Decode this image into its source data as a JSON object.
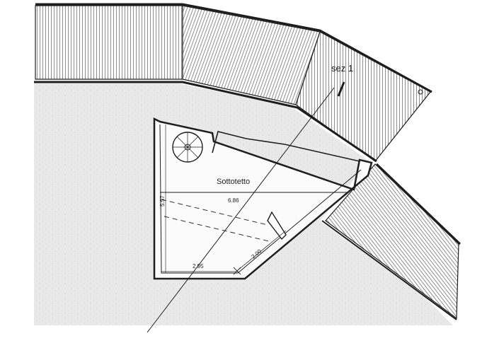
{
  "room": {
    "name": "Sottotetto"
  },
  "dimensions": {
    "width": "6.86",
    "height": "5.57",
    "bottom": "2.95",
    "diagonal": "2.00"
  },
  "section": {
    "label": "sez 1"
  },
  "colors": {
    "ink": "#1e1e1e",
    "paper": "#ffffff",
    "floor": "#e9e9e9",
    "room_fill": "#fbfbfb"
  }
}
